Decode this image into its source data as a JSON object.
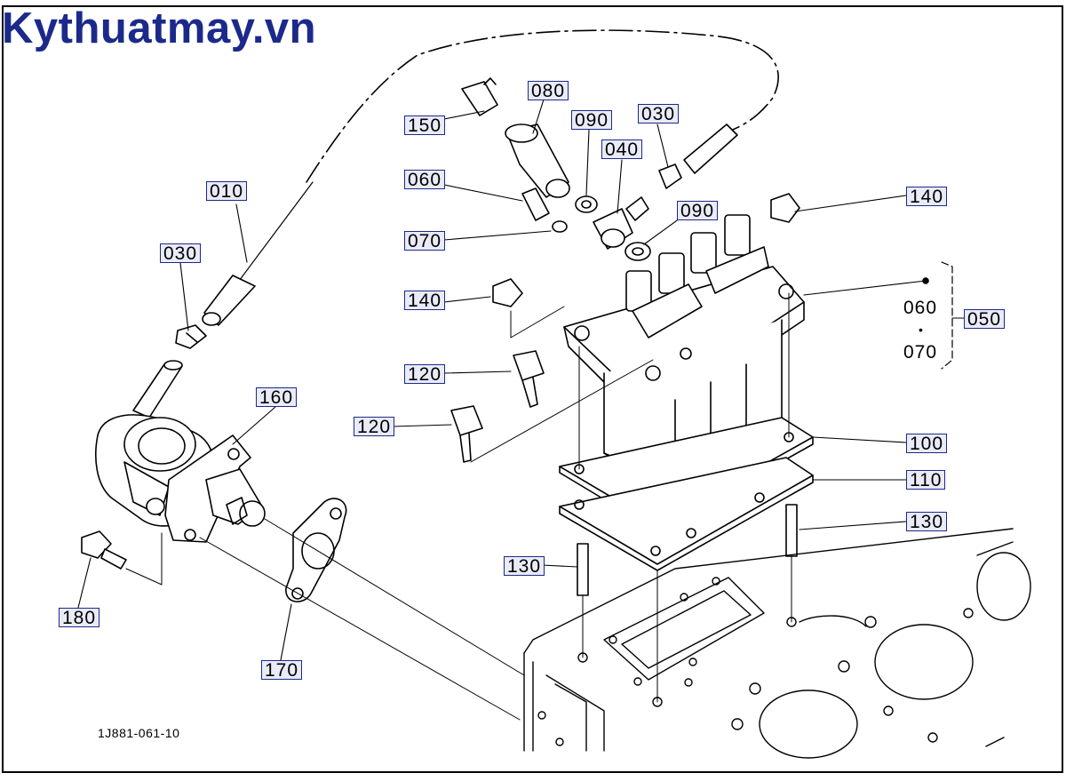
{
  "brand": {
    "text": "Kythuatmay.vn",
    "color": "#1b2a8a"
  },
  "drawing_number": "1J881-061-10",
  "callouts": [
    {
      "id": "010",
      "text": "010"
    },
    {
      "id": "030a",
      "text": "030"
    },
    {
      "id": "030b",
      "text": "030"
    },
    {
      "id": "040",
      "text": "040"
    },
    {
      "id": "050",
      "text": "050"
    },
    {
      "id": "060",
      "text": "060"
    },
    {
      "id": "070",
      "text": "070"
    },
    {
      "id": "080",
      "text": "080"
    },
    {
      "id": "090a",
      "text": "090"
    },
    {
      "id": "090b",
      "text": "090"
    },
    {
      "id": "100",
      "text": "100"
    },
    {
      "id": "110",
      "text": "110"
    },
    {
      "id": "120a",
      "text": "120"
    },
    {
      "id": "120b",
      "text": "120"
    },
    {
      "id": "130a",
      "text": "130"
    },
    {
      "id": "130b",
      "text": "130"
    },
    {
      "id": "140a",
      "text": "140"
    },
    {
      "id": "140b",
      "text": "140"
    },
    {
      "id": "150",
      "text": "150"
    },
    {
      "id": "160",
      "text": "160"
    },
    {
      "id": "170",
      "text": "170"
    },
    {
      "id": "180",
      "text": "180"
    }
  ],
  "kit_note": {
    "top": "060",
    "dot": "•",
    "bottom": "070"
  }
}
